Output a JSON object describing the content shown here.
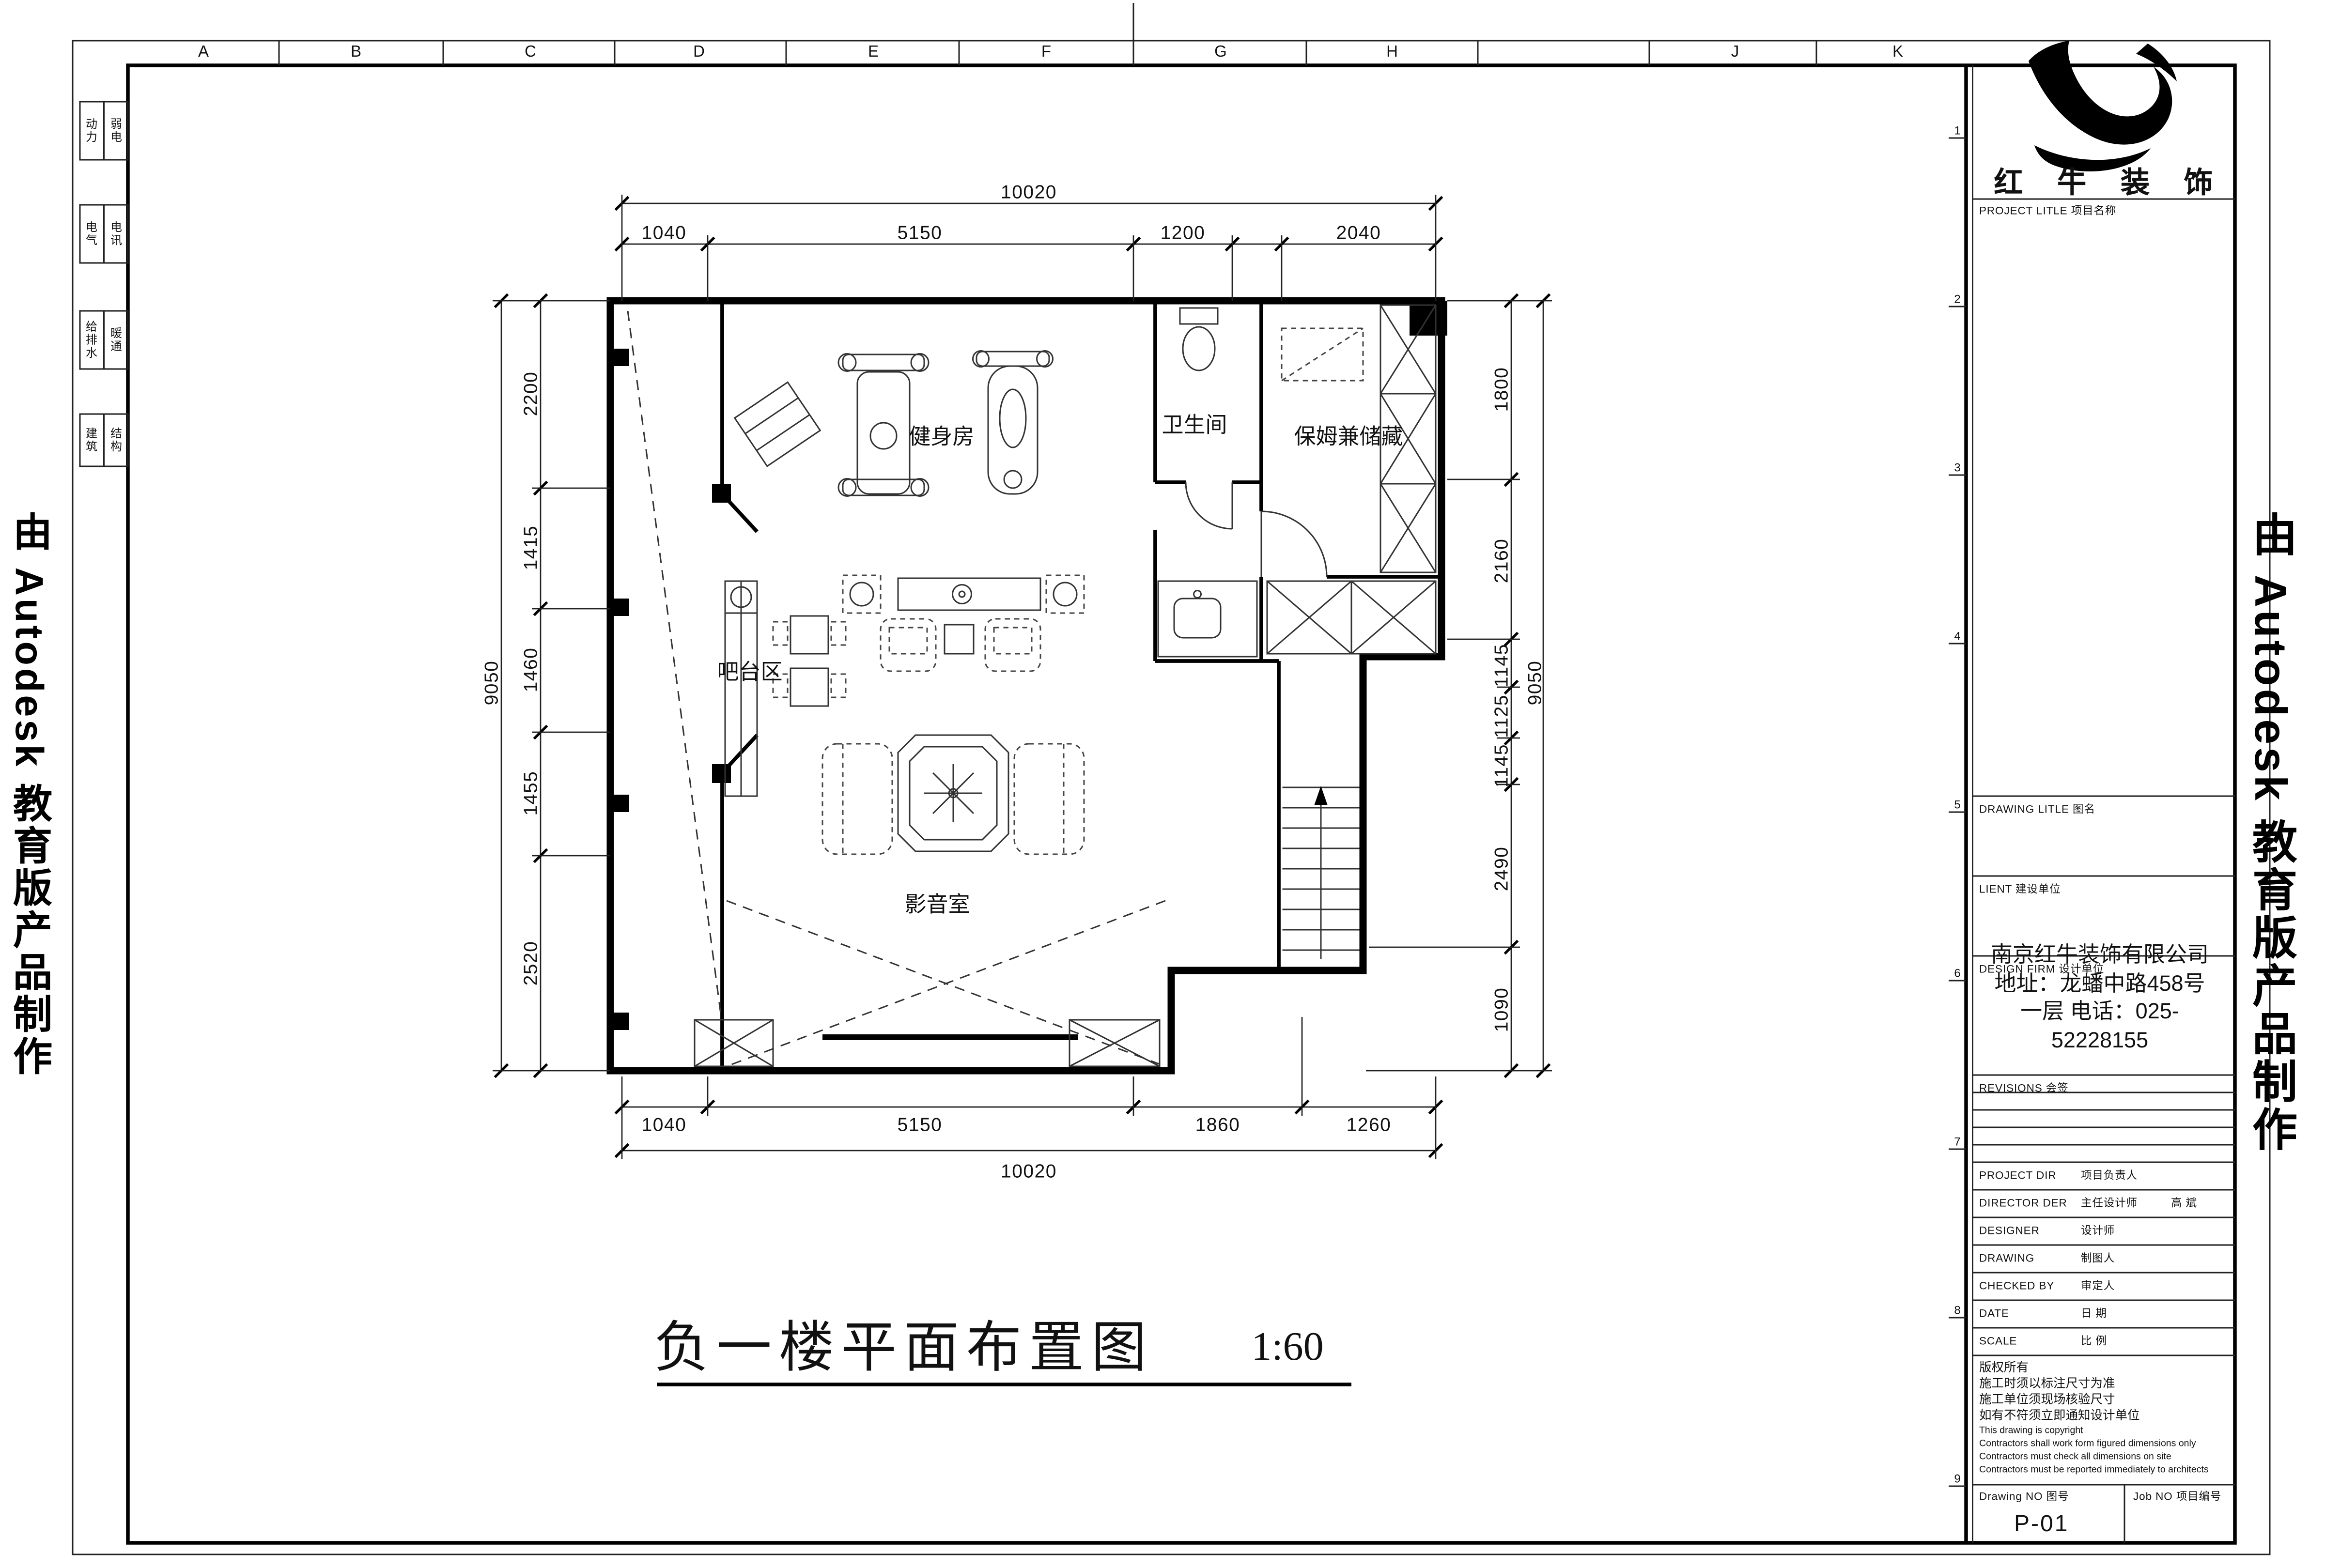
{
  "sheet": {
    "watermark_left": "由 Autodesk 教育版产品制作",
    "watermark_right": "由 Autodesk 教育版产品制作"
  },
  "grid": {
    "cols": [
      "A",
      "B",
      "C",
      "D",
      "E",
      "F",
      "G",
      "H",
      "J",
      "K"
    ]
  },
  "sign_strip": {
    "cells": [
      "动力",
      "弱电",
      "电气",
      "电讯",
      "给排水",
      "暖通",
      "建筑",
      "结构"
    ]
  },
  "plan": {
    "title": "负一楼平面布置图",
    "scale": "1:60",
    "rooms": [
      "健身房",
      "卫生间",
      "保姆兼储藏",
      "吧台区",
      "影音室"
    ],
    "dims": {
      "top_overall": "10020",
      "top": [
        "1040",
        "5150",
        "1200",
        "2040"
      ],
      "bottom": [
        "1040",
        "5150",
        "1860",
        "1260"
      ],
      "bottom_overall": "10020",
      "left_overall": "9050",
      "left": [
        "2200",
        "1415",
        "1460",
        "1455",
        "2520"
      ],
      "right": [
        "1800",
        "2160",
        "1145",
        "1125",
        "1145",
        "2490",
        "1090"
      ],
      "right_overall": "9050"
    }
  },
  "titleblock": {
    "brand": "红 牛 装 饰",
    "project_title_label": "PROJECT LITLE  项目名称",
    "drawing_title_label": "DRAWING LITLE  图名",
    "client_label": "LIENT  建设单位",
    "design_firm_label": "DESIGN FIRM  设计单位",
    "revisions_label": "REVISIONS  会签",
    "company": "南京红牛装饰有限公司 地址：龙蟠中路458号一层 电话：025-52228155",
    "rows": [
      {
        "en": "PROJECT DIR",
        "cn": "项目负责人",
        "val": ""
      },
      {
        "en": "DIRECTOR DER",
        "cn": "主任设计师",
        "val": "高 斌"
      },
      {
        "en": "DESIGNER",
        "cn": "设计师",
        "val": ""
      },
      {
        "en": "DRAWING",
        "cn": "制图人",
        "val": ""
      },
      {
        "en": "CHECKED BY",
        "cn": "审定人",
        "val": ""
      },
      {
        "en": "DATE",
        "cn": "日 期",
        "val": ""
      },
      {
        "en": "SCALE",
        "cn": "比 例",
        "val": ""
      }
    ],
    "copyright": [
      "版权所有",
      "施工时须以标注尺寸为准",
      "施工单位须现场核验尺寸",
      "如有不符须立即通知设计单位",
      "This drawing is copyright",
      "Contractors shall work form figured dimensions only",
      "Contractors must check all dimensions on site",
      "Contractors must be reported immediately to architects"
    ],
    "drawing_no_label": "Drawing NO  图号",
    "drawing_no": "P-01",
    "job_no_label": "Job NO  项目编号",
    "edge_numbers": [
      "1",
      "2",
      "3",
      "4",
      "5",
      "6",
      "7",
      "8",
      "9"
    ]
  }
}
